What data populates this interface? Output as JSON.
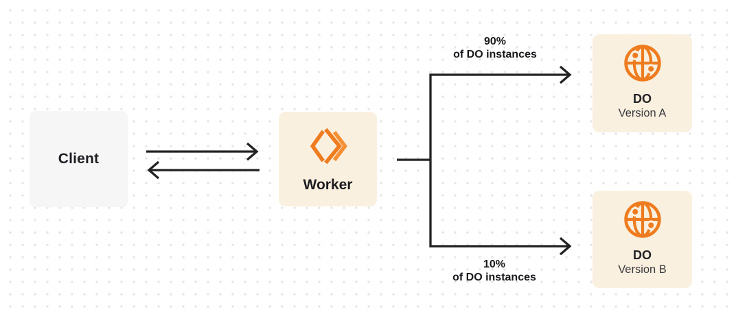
{
  "diagram_title": "worker-do-ab-split-diagram",
  "nodes": {
    "client": {
      "label": "Client"
    },
    "worker": {
      "label": "Worker",
      "icon": "workers-logo-icon"
    },
    "do_version_a": {
      "title": "DO",
      "subtitle": "Version A",
      "icon": "durable-object-globe-icon"
    },
    "do_version_b": {
      "title": "DO",
      "subtitle": "Version B",
      "icon": "durable-object-globe-icon"
    }
  },
  "edges": {
    "branch_top": {
      "percent": "90%",
      "caption": "of DO instances"
    },
    "branch_bottom": {
      "percent": "10%",
      "caption": "of DO instances"
    }
  },
  "colors": {
    "background": "#ffffff",
    "dot_grid": "#e5e5e6",
    "client_box_bg": "#f6f6f7",
    "cream_box_bg": "#faf0df",
    "accent_orange": "#ee7c1f",
    "line_color": "#222222",
    "text_primary": "#1e1d22",
    "text_secondary": "#3b3a3f"
  }
}
